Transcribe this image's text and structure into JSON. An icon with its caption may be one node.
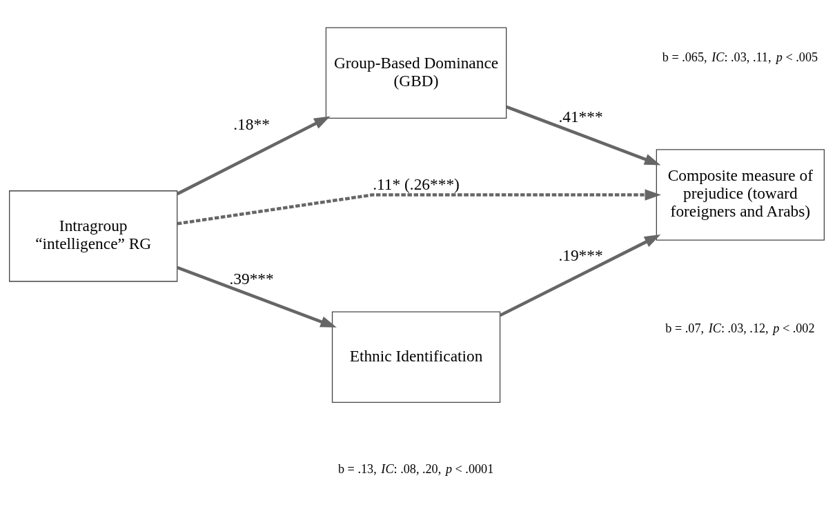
{
  "diagram": {
    "nodes": [
      {
        "text": [
          "Intragroup “intelligence” RG"
        ]
      },
      {
        "text": [
          "Group-Based Dominance (GBD)"
        ]
      },
      {
        "text": [
          "Composite measure of prejudice (toward foreigners and Arabs)"
        ]
      },
      {
        "text": [
          "Ethnic Identification"
        ]
      }
    ],
    "edges": [
      {
        "from": 0,
        "to": 1,
        "arrow": "to",
        "label": ".18**"
      },
      {
        "from": 1,
        "to": 2,
        "arrow": "to",
        "label": ".41***"
      },
      {
        "from": 0,
        "to": 2,
        "arrow": "to",
        "label": ".11* (.26***)",
        "style": "dashed"
      },
      {
        "from": 0,
        "to": 3,
        "arrow": "to",
        "label": ".39***"
      },
      {
        "from": 3,
        "to": 2,
        "arrow": "to",
        "label": ".19***"
      }
    ],
    "labels": [
      "b = .065, *IC*: .03, .11, *p* < .005",
      "b = .13, *IC*: .08, .20, *p* < .0001",
      "b = .07, *IC*: .03, .12, *p* < .002"
    ]
  }
}
